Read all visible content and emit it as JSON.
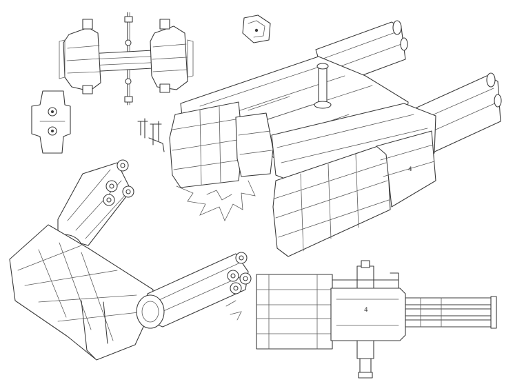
{
  "sheet": {
    "background": "#ffffff",
    "line_color": "#3a3a3a",
    "views": [
      {
        "name": "top-view-twin-pods",
        "icon": "line-drawing"
      },
      {
        "name": "side-view-front",
        "icon": "line-drawing"
      },
      {
        "name": "main-isometric-weapon",
        "icon": "line-drawing"
      },
      {
        "name": "lower-left-gatling-arm",
        "icon": "line-drawing"
      },
      {
        "name": "bottom-right-side-view",
        "icon": "line-drawing"
      }
    ]
  },
  "markings": {
    "pod_mark_main": "4",
    "pod_mark_side": "4"
  }
}
